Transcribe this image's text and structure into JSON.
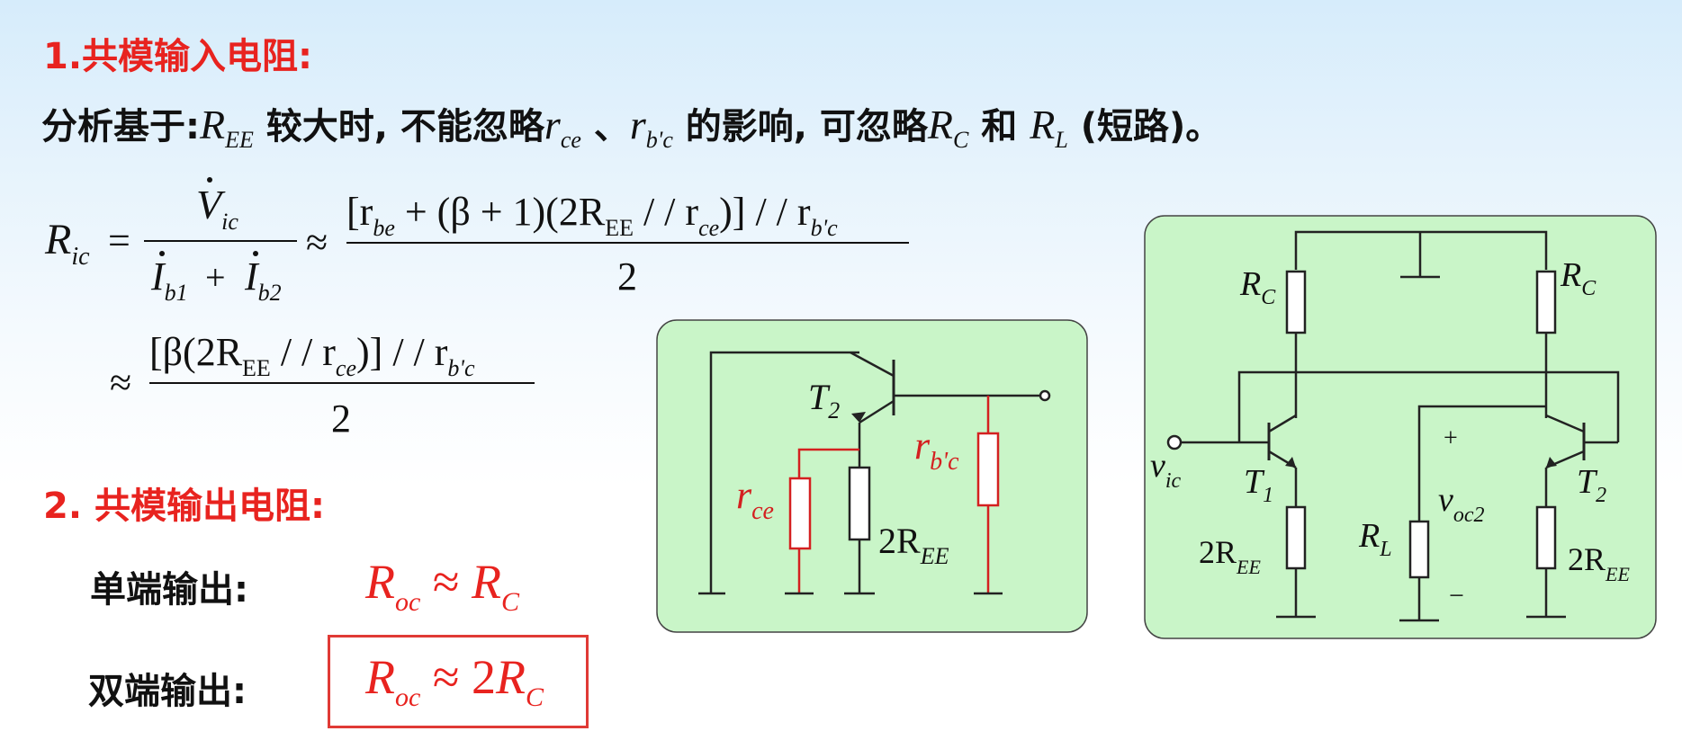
{
  "heading1": "1.共模输入电阻:",
  "analysis": {
    "prefix": "分析基于:",
    "r_ee": "R",
    "r_ee_sub": "EE",
    "mid1": " 较大时, 不能忽略",
    "r_ce": "r",
    "r_ce_sub": "ce",
    "sep": " 、",
    "r_bc": "r",
    "r_bc_sub": "b'c",
    "mid2": " 的影响, 可忽略",
    "rc": "R",
    "rc_sub": "C",
    "and": " 和 ",
    "rl": "R",
    "rl_sub": "L",
    "suffix": " (短路)。"
  },
  "formula": {
    "lhs": "R",
    "lhs_sub": "ic",
    "eq": "=",
    "approx": "≈",
    "v_ic": "V",
    "v_ic_sub": "ic",
    "ib1": "I",
    "ib1_sub": "b1",
    "plus": "+",
    "ib2": "I",
    "ib2_sub": "b2",
    "num1": "[r",
    "num1_s1": "be",
    "num1_b": " + (β + 1)(2R",
    "num1_s2": "EE",
    "num1_c": " / / r",
    "num1_s3": "ce",
    "num1_d": ")] / / r",
    "num1_s4": "b'c",
    "den": "2",
    "num2": "[β(2R",
    "num2_s1": "EE",
    "num2_b": " / / r",
    "num2_s2": "ce",
    "num2_c": ")] / / r",
    "num2_s3": "b'c"
  },
  "heading2": "2. 共模输出电阻:",
  "single": {
    "label": "单端输出:",
    "r": "R",
    "r_sub": "oc",
    "approx": "≈",
    "rc": "R",
    "rc_sub": "C"
  },
  "double": {
    "label": "双端输出:",
    "r": "R",
    "r_sub": "oc",
    "approx": "≈ 2",
    "rc": "R",
    "rc_sub": "C"
  },
  "circuit1": {
    "t2": "T",
    "t2_sub": "2",
    "rbc": "r",
    "rbc_sub": "b'c",
    "rce": "r",
    "rce_sub": "ce",
    "ree": "2R",
    "ree_sub": "EE"
  },
  "circuit2": {
    "rc_left": "R",
    "rc_left_sub": "C",
    "rc_right": "R",
    "rc_right_sub": "C",
    "vic": "v",
    "vic_sub": "ic",
    "t1": "T",
    "t1_sub": "1",
    "t2": "T",
    "t2_sub": "2",
    "plus": "+",
    "minus": "−",
    "voc": "v",
    "voc_sub": "oc2",
    "rl": "R",
    "rl_sub": "L",
    "ree_left": "2R",
    "ree_left_sub": "EE",
    "ree_right": "2R",
    "ree_right_sub": "EE"
  },
  "colors": {
    "heading": "#e8231f",
    "panel": "#c9f5c8",
    "highlight": "#e03a35"
  }
}
